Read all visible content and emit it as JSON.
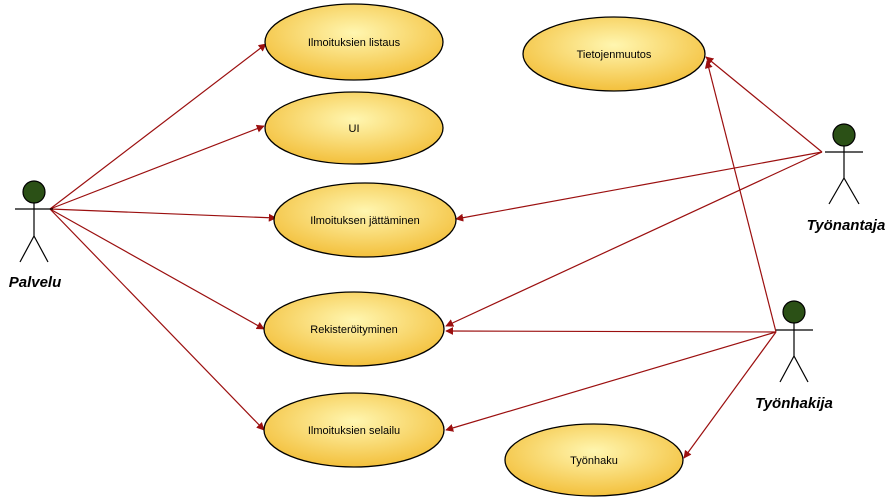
{
  "use_cases": {
    "listaus": "Ilmoituksien listaus",
    "ui": "UI",
    "jattaminen": "Ilmoituksen jättäminen",
    "rekisteroityminen": "Rekisteröityminen",
    "selailu": "Ilmoituksien selailu",
    "tietojenmuutos": "Tietojenmuutos",
    "tyonhaku": "Työnhaku"
  },
  "actors": {
    "palvelu": "Palvelu",
    "tyonantaja": "Työnantaja",
    "tyonhakija": "Työnhakija"
  },
  "colors": {
    "use_case_fill_light": "#fff6b0",
    "use_case_fill_dark": "#f3c03c",
    "association": "#9b0f0f",
    "actor_head": "#2b5016"
  }
}
